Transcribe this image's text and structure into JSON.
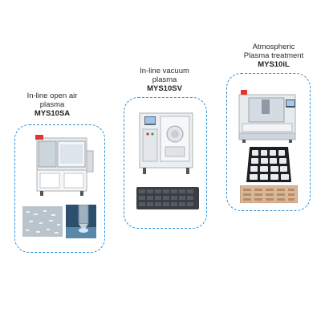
{
  "products": [
    {
      "line1": "In-line open air",
      "line2": "plasma",
      "model": "MYS10SA"
    },
    {
      "line1": "In-line vacuum",
      "line2": "plasma",
      "model": "MYS10SV"
    },
    {
      "line1": "Atmospheric",
      "line2": "Plasma treatment",
      "model": "MYS10iL"
    }
  ],
  "colors": {
    "panel_border": "#2f8fd8",
    "text": "#2b2b2b",
    "background": "#ffffff"
  }
}
